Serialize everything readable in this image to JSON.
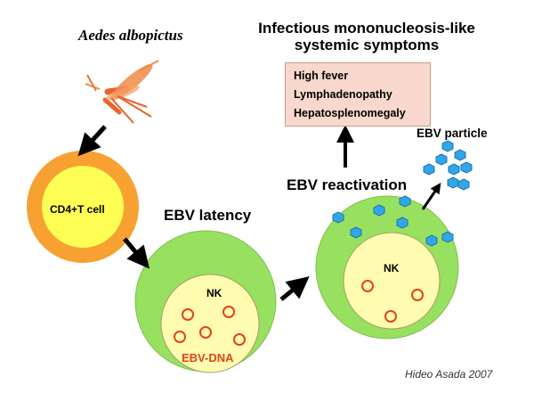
{
  "mosquito": {
    "species": "Aedes albopictus"
  },
  "symptoms": {
    "title_line1": "Infectious mononucleosis-like",
    "title_line2": "systemic symptoms",
    "items": [
      "High fever",
      "Lymphadenopathy",
      "Hepatosplenomegaly"
    ]
  },
  "cd4_cell": {
    "label": "CD4+T cell"
  },
  "latency": {
    "title": "EBV latency",
    "nk_label": "NK",
    "dna_label": "EBV-DNA"
  },
  "reactivation": {
    "title": "EBV reactivation",
    "nk_label": "NK"
  },
  "particle": {
    "label": "EBV particle"
  },
  "credit": "Hideo Asada 2007",
  "colors": {
    "cell_outer_green": "#98e060",
    "cell_inner_yellow": "#fffbb0",
    "cd4_orange": "#f6a132",
    "cd4_inner_yellow": "#fefe54",
    "ring_red": "#e24418",
    "particle_blue": "#30a8e8",
    "box_pink": "#f8d8cc"
  }
}
